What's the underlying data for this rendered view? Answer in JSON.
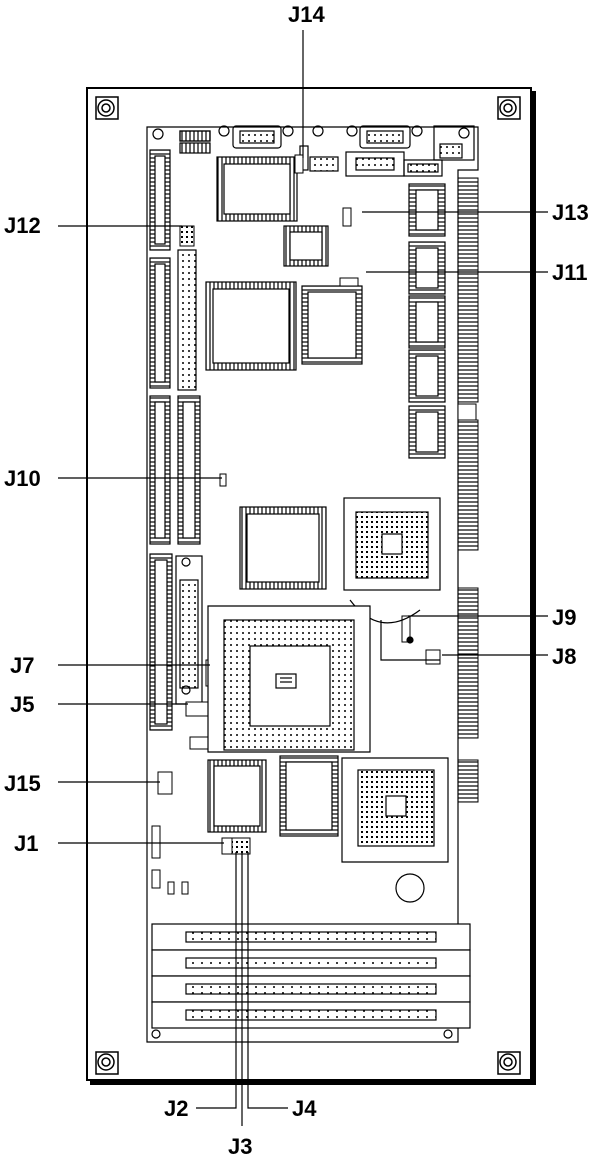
{
  "labels": {
    "j14": "J14",
    "j12": "J12",
    "j13": "J13",
    "j11": "J11",
    "j10": "J10",
    "j9": "J9",
    "j8": "J8",
    "j7": "J7",
    "j5": "J5",
    "j15": "J15",
    "j1": "J1",
    "j2": "J2",
    "j3": "J3",
    "j4": "J4"
  },
  "colors": {
    "line": "#000000",
    "background": "#ffffff",
    "board_shadow": "#000000"
  }
}
